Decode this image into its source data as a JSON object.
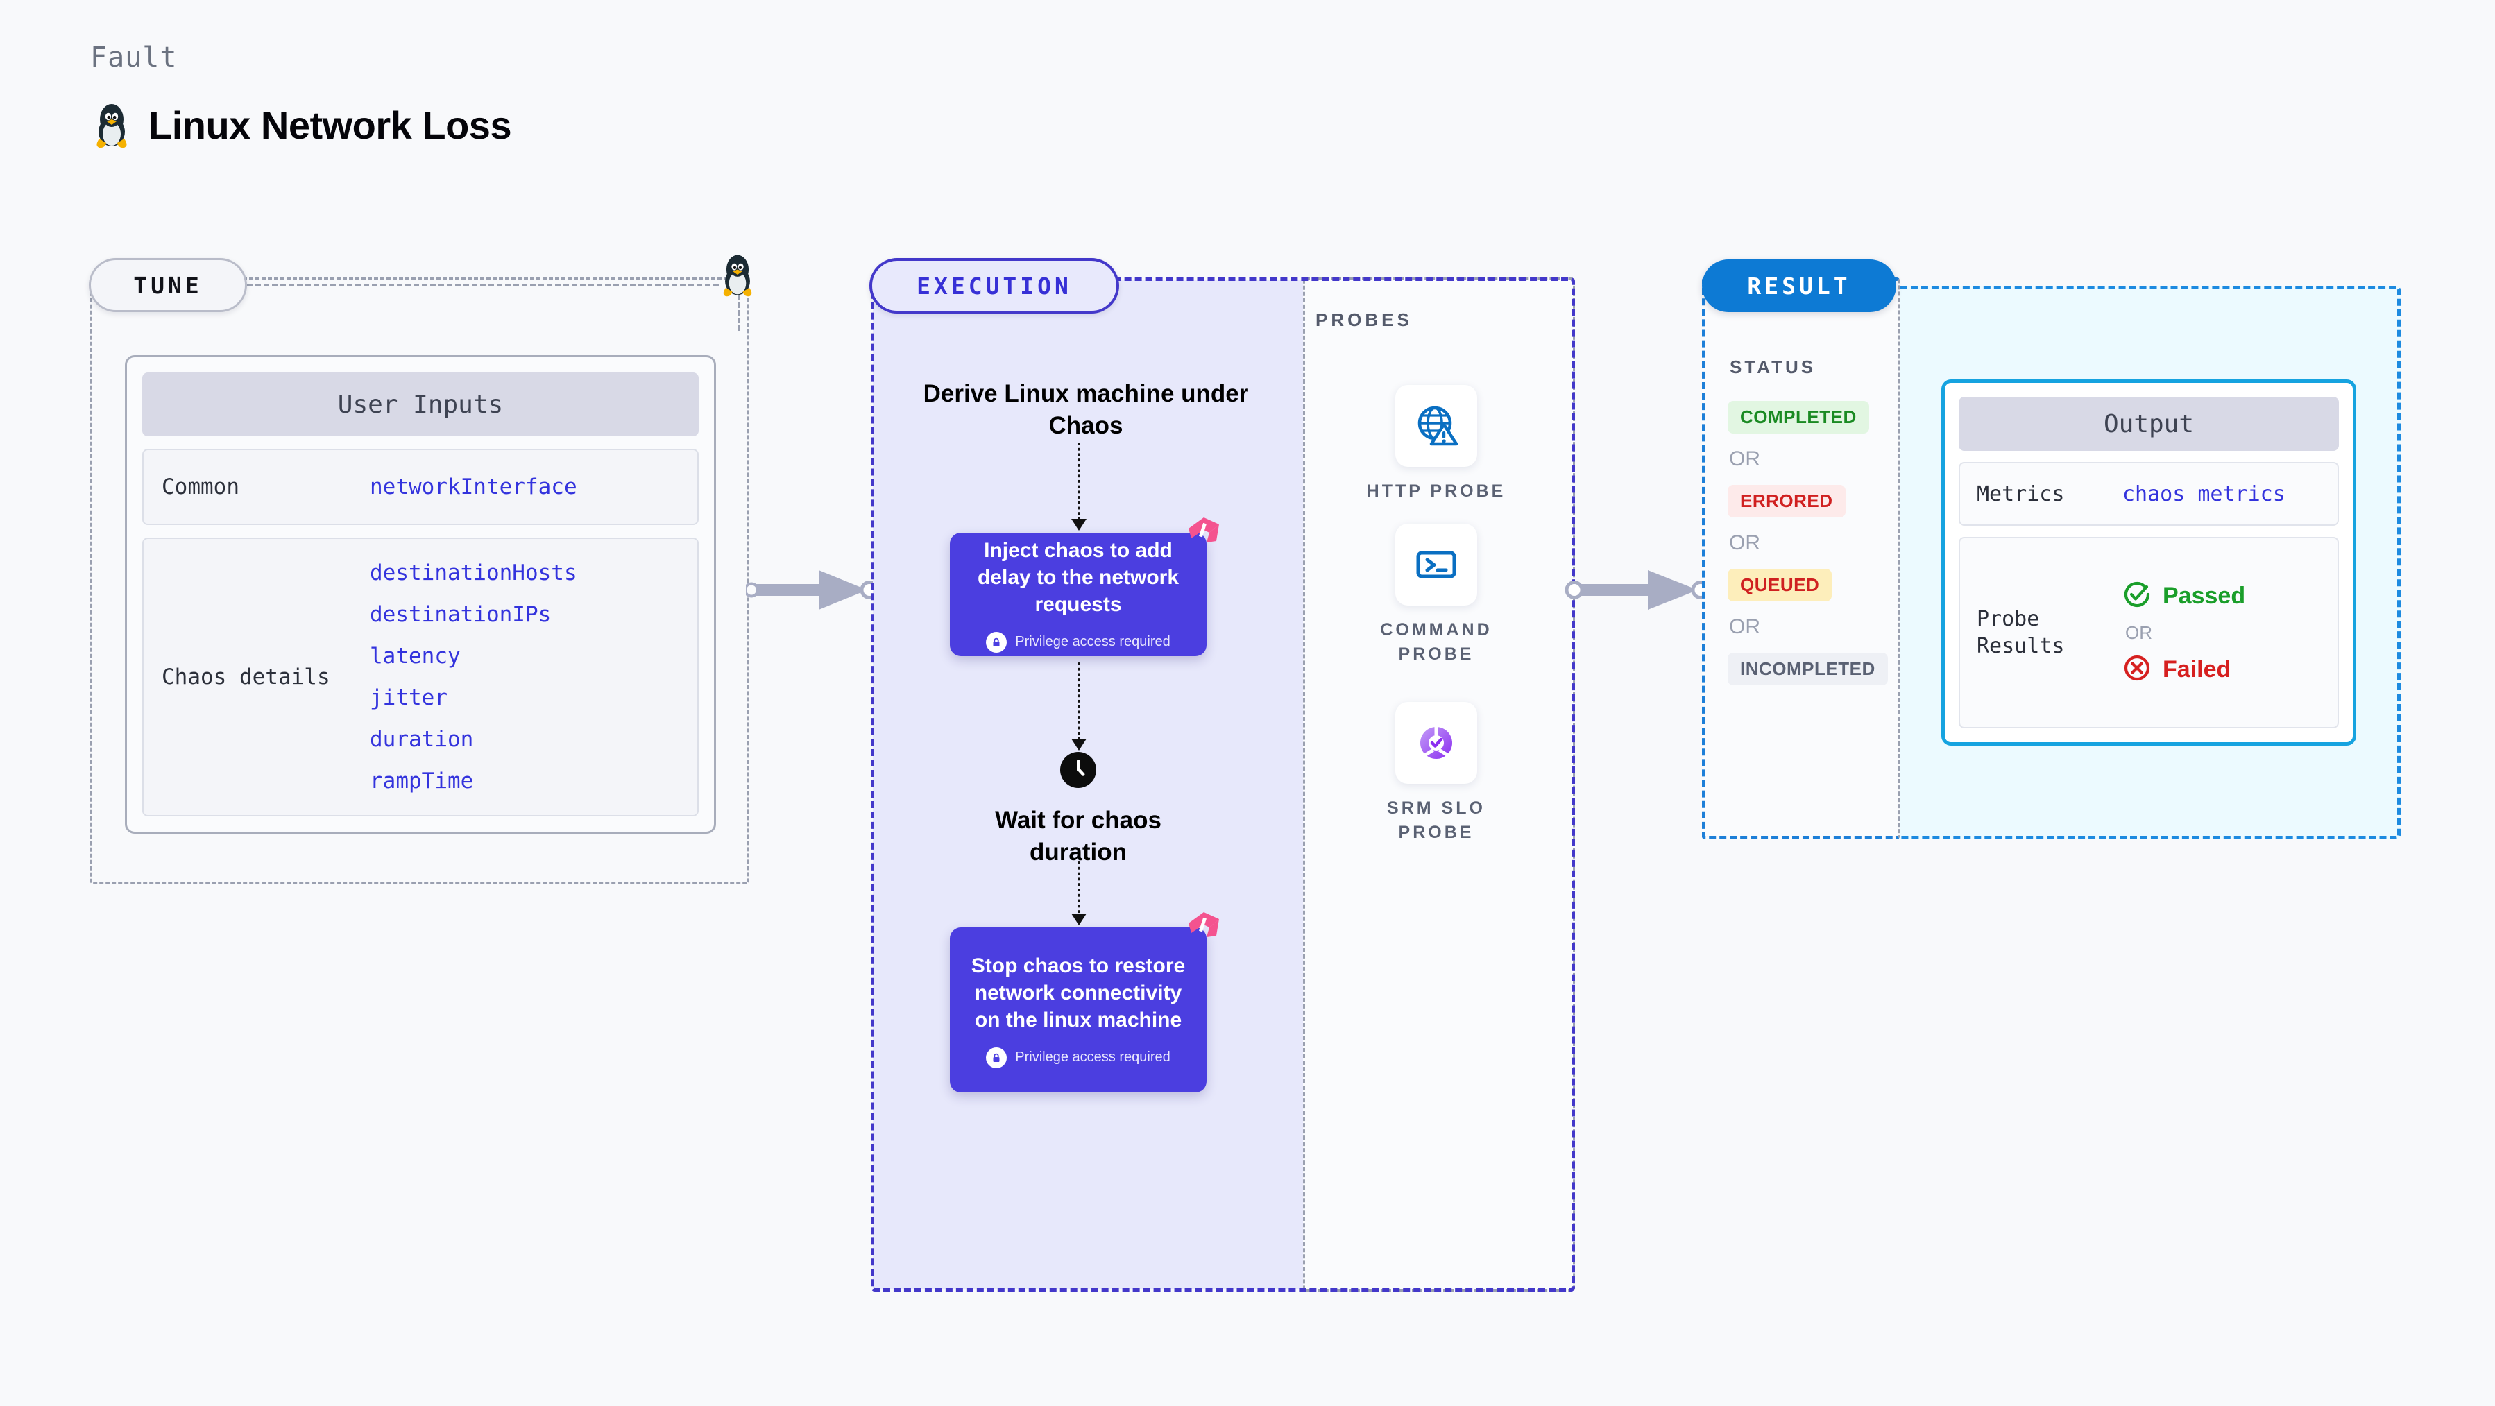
{
  "header": {
    "eyebrow": "Fault",
    "title": "Linux Network Loss",
    "icon": "linux-penguin-icon"
  },
  "stages": {
    "tune": {
      "label": "TUNE"
    },
    "execution": {
      "label": "EXECUTION"
    },
    "result": {
      "label": "RESULT"
    }
  },
  "tune": {
    "card_title": "User Inputs",
    "rows": [
      {
        "key": "Common",
        "values": [
          "networkInterface"
        ]
      },
      {
        "key": "Chaos details",
        "values": [
          "destinationHosts",
          "destinationIPs",
          "latency",
          "jitter",
          "duration",
          "rampTime"
        ]
      }
    ]
  },
  "execution": {
    "derive_text": "Derive Linux machine under Chaos",
    "inject": {
      "title": "Inject chaos to add delay to the network requests",
      "privilege": "Privilege access required",
      "badge": "harness-logo-icon"
    },
    "wait": {
      "icon": "clock-icon",
      "text": "Wait for chaos duration"
    },
    "stop": {
      "title": "Stop chaos to restore network connectivity on the linux machine",
      "privilege": "Privilege access required",
      "badge": "harness-logo-icon"
    }
  },
  "probes": {
    "label": "PROBES",
    "items": [
      {
        "name": "HTTP PROBE",
        "icon": "globe-warning-icon"
      },
      {
        "name": "COMMAND PROBE",
        "icon": "terminal-icon"
      },
      {
        "name": "SRM SLO PROBE",
        "icon": "srm-slo-donut-icon"
      }
    ]
  },
  "result": {
    "status_label": "STATUS",
    "or_label": "OR",
    "statuses": [
      {
        "label": "COMPLETED",
        "variant": "completed"
      },
      {
        "label": "ERRORED",
        "variant": "errored"
      },
      {
        "label": "QUEUED",
        "variant": "queued"
      },
      {
        "label": "INCOMPLETED",
        "variant": "incomplete"
      }
    ]
  },
  "output": {
    "card_title": "Output",
    "metrics_key": "Metrics",
    "metrics_value": "chaos metrics",
    "probe_results_key": "Probe Results",
    "passed_label": "Passed",
    "failed_label": "Failed",
    "or_label": "OR"
  },
  "colors": {
    "accent_purple": "#4b3ee0",
    "accent_blue": "#0d7ad4",
    "accent_cyan": "#16a3e0",
    "mono_value": "#3333dd",
    "status_completed": "#1a8a22",
    "status_errored": "#d02020",
    "status_queued": "#cf2020",
    "status_incomplete": "#5a6173",
    "harness_pink": "#f4538f",
    "passed_green": "#1a9e2a",
    "failed_red": "#d62020"
  }
}
